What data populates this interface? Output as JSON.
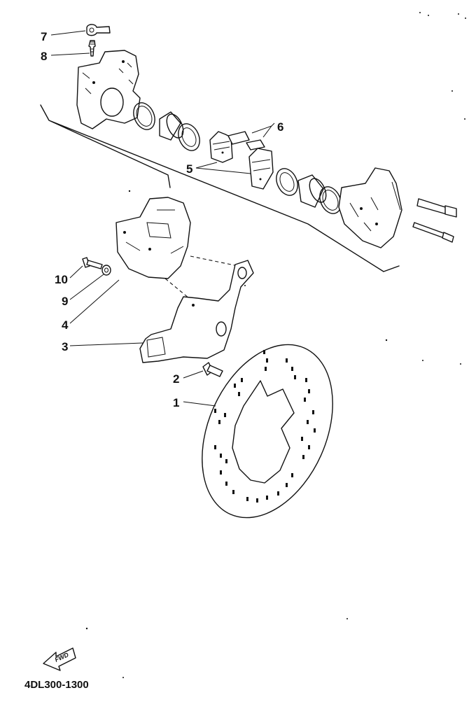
{
  "diagram": {
    "drawing_code": "4DL300-1300",
    "fwd_label": "FWD",
    "callouts": [
      "1",
      "2",
      "3",
      "4",
      "5",
      "6",
      "7",
      "8",
      "9",
      "10"
    ]
  }
}
